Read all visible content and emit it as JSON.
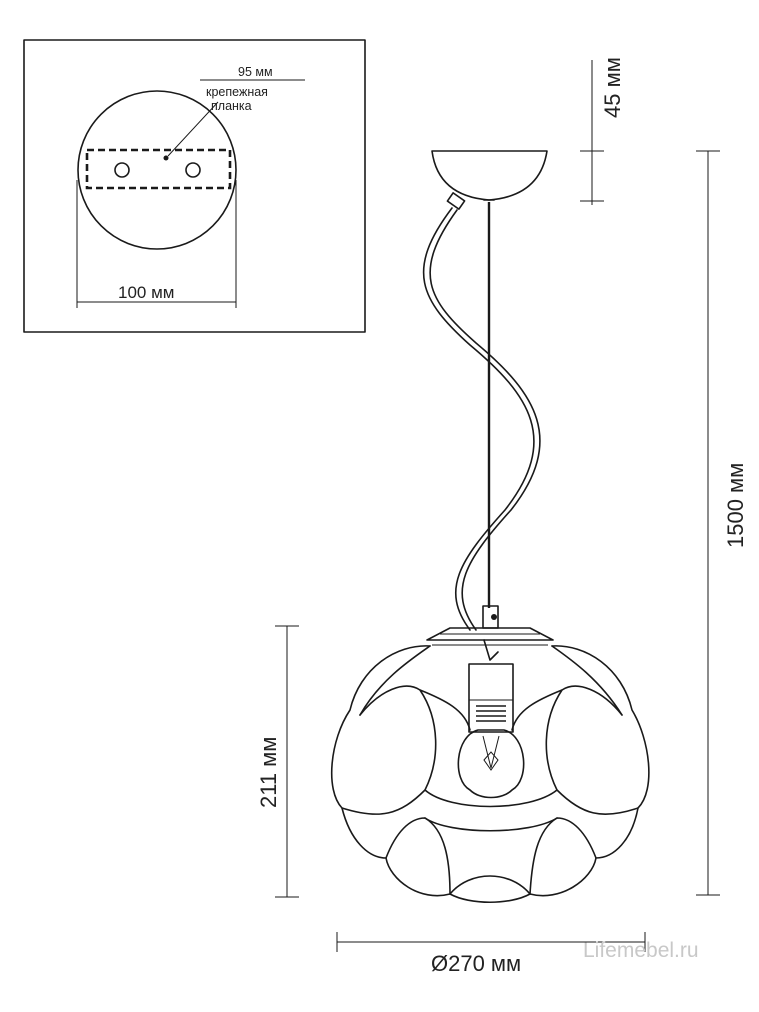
{
  "inset": {
    "dim_95": "95 мм",
    "plate_label_line1": "крепежная",
    "plate_label_line2": "планка",
    "dim_100": "100 мм"
  },
  "dimensions": {
    "canopy_height": "45 мм",
    "total_length": "1500 мм",
    "shade_height": "211 мм",
    "shade_diameter": "Ø270 мм"
  },
  "watermark": "Lifemebel.ru"
}
